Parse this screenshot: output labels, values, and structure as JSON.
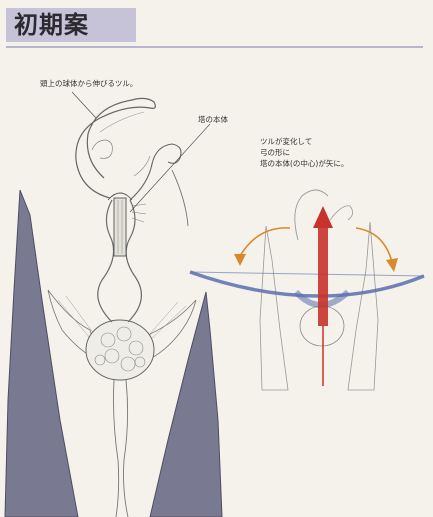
{
  "page": {
    "title": "初期案",
    "colors": {
      "background": "#f4f2ea",
      "title_tag": "#c6c3d8",
      "rock": "#7a7992",
      "arrow_red": "#c8322c",
      "bow_blue": "#5a6fb0",
      "arrow_orange": "#d88a2a"
    }
  },
  "annotations": {
    "vine": "頭上の球体から伸びるツル。",
    "tower_body": "塔の本体",
    "transform_lines": [
      "ツルが変化して",
      "弓の形に",
      "塔の本体(の中心)が矢に。"
    ]
  }
}
